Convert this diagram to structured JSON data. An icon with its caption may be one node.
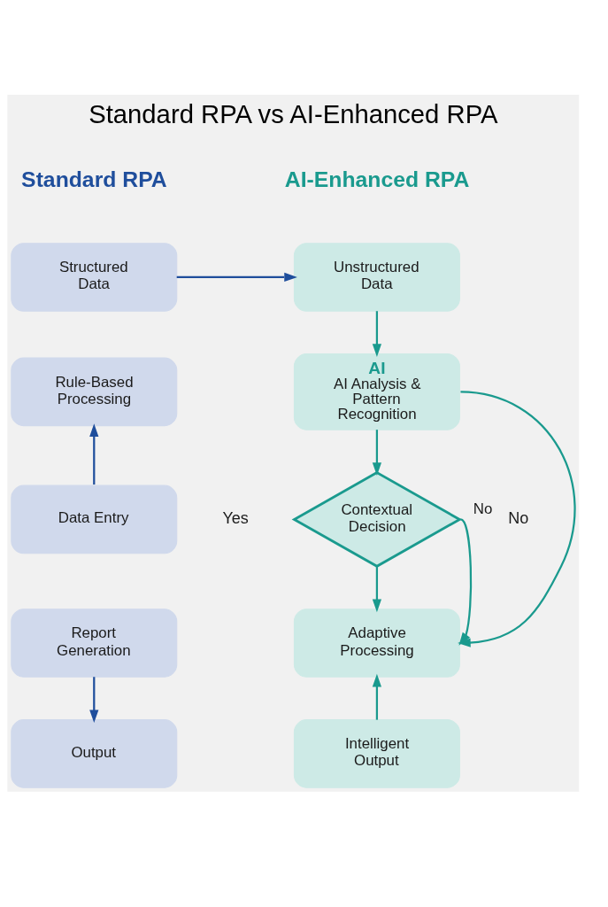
{
  "diagram": {
    "title": "Standard RPA vs AI-Enhanced RPA",
    "nodes": [
      {
        "text": [
          "Structured Data"
        ]
      },
      {
        "text": [
          "Rule-Based Processing"
        ]
      },
      {
        "text": [
          "Data Entry"
        ]
      },
      {
        "text": [
          "Report Generation"
        ]
      },
      {
        "text": [
          "Output"
        ]
      },
      {
        "text": [
          "Unstructured Data"
        ]
      },
      {
        "text": [
          "AI",
          "AI Analysis & Pattern Recognition"
        ]
      },
      {
        "text": [
          "Contextual Decision"
        ]
      },
      {
        "text": [
          "Adaptive Processing"
        ]
      },
      {
        "text": [
          "Intelligent Output"
        ]
      }
    ],
    "edges": [
      {
        "from": 0,
        "to": 5,
        "arrow": "to",
        "color": "#1f4e9c"
      },
      {
        "from": 2,
        "to": 1,
        "arrow": "to",
        "color": "#1f4e9c"
      },
      {
        "from": 3,
        "to": 4,
        "arrow": "to",
        "color": "#1f4e9c"
      },
      {
        "from": 5,
        "to": 6,
        "arrow": "to"
      },
      {
        "from": 6,
        "to": 7,
        "arrow": "to"
      },
      {
        "from": 7,
        "to": 8,
        "arrow": "to"
      },
      {
        "from": 6,
        "to": 8,
        "arrow": "to"
      },
      {
        "from": 7,
        "to": 8,
        "arrow": "to",
        "label": "No"
      },
      {
        "from": 9,
        "to": 8,
        "arrow": "to"
      }
    ],
    "labels": [
      "Standard RPA",
      "AI-Enhanced RPA",
      "Yes",
      "No"
    ]
  }
}
